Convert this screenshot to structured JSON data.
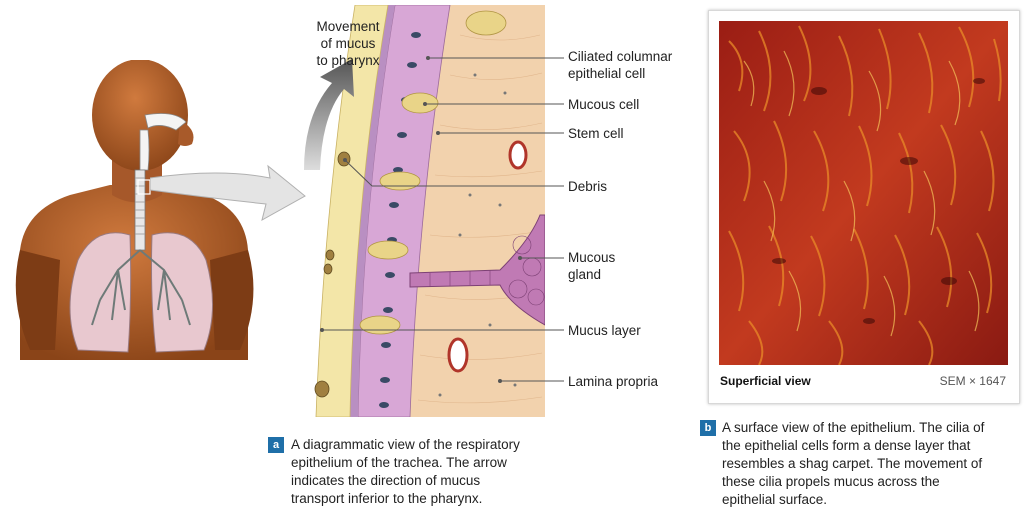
{
  "diagram": {
    "movement_label": [
      "Movement",
      "of mucus",
      "to pharynx"
    ],
    "labels": {
      "ciliated_columnar": [
        "Ciliated columnar",
        "epithelial cell"
      ],
      "mucous_cell": "Mucous cell",
      "stem_cell": "Stem cell",
      "debris": "Debris",
      "mucous_gland": [
        "Mucous",
        "gland"
      ],
      "mucus_layer": "Mucus layer",
      "lamina_propria": "Lamina propria"
    }
  },
  "photo": {
    "footer_left": "Superficial view",
    "footer_right": "SEM × 1647"
  },
  "captions": {
    "a": {
      "badge": "a",
      "lines": [
        "A diagrammatic view of the respiratory",
        "epithelium of the trachea. The arrow",
        "indicates the direction of mucus",
        "transport inferior to the pharynx."
      ]
    },
    "b": {
      "badge": "b",
      "lines": [
        "A surface view of the epithelium. The cilia of",
        "the epithelial cells form a dense layer that",
        "resembles a shag carpet. The movement of",
        "these cilia propels mucus across the",
        "epithelial surface."
      ]
    }
  },
  "colors": {
    "badge": "#1f6fa8",
    "skin": "#b8642f",
    "epithelium": "#d8a7d6",
    "lamina": "#f2d2ad",
    "mucus": "#e9d488",
    "gland": "#c07ab4",
    "sem_red": "#b82a1e",
    "sem_orange": "#e98a28"
  },
  "icons": [
    "movement-arrow-icon",
    "magnify-arrow-icon"
  ]
}
